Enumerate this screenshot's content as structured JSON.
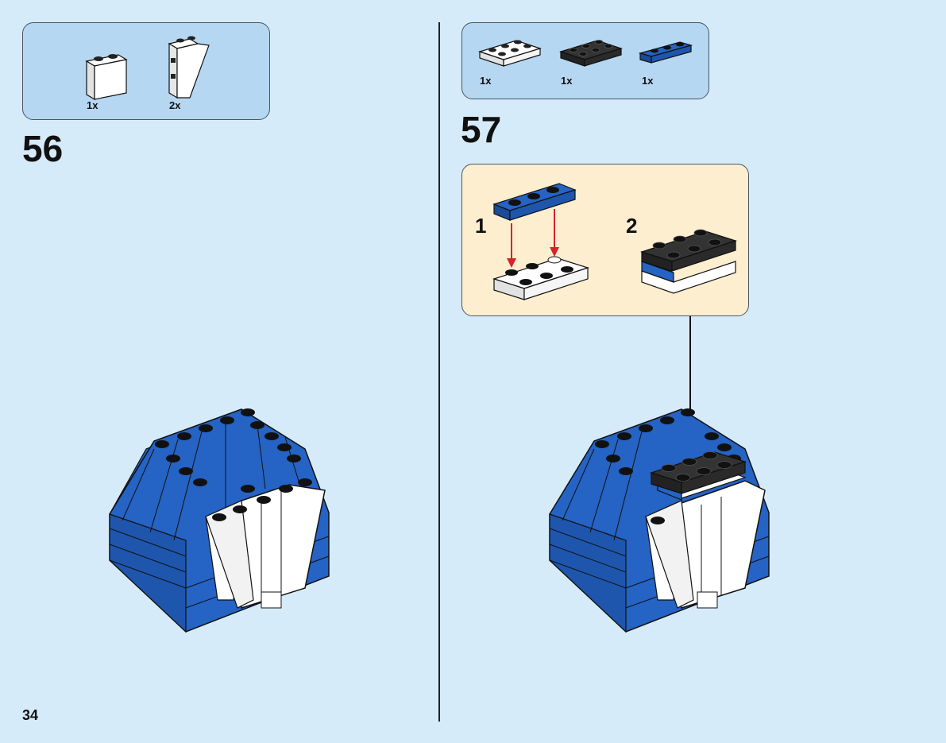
{
  "page": {
    "number": "34"
  },
  "colors": {
    "background": "#d6ebfa",
    "parts_box": "#b6d7f2",
    "sub_box": "#fdeed0",
    "brick_blue": "#2563c4",
    "brick_black": "#222222",
    "arrow_red": "#d4232a"
  },
  "step56": {
    "number": "56",
    "parts": [
      {
        "name": "white-brick-1x2",
        "qty": "1x"
      },
      {
        "name": "white-slope-brick",
        "qty": "2x"
      }
    ]
  },
  "step57": {
    "number": "57",
    "parts": [
      {
        "name": "white-plate-2x3",
        "qty": "1x"
      },
      {
        "name": "black-plate-2x3",
        "qty": "1x"
      },
      {
        "name": "blue-plate-1x3",
        "qty": "1x"
      }
    ],
    "substeps": [
      {
        "number": "1"
      },
      {
        "number": "2"
      }
    ]
  }
}
